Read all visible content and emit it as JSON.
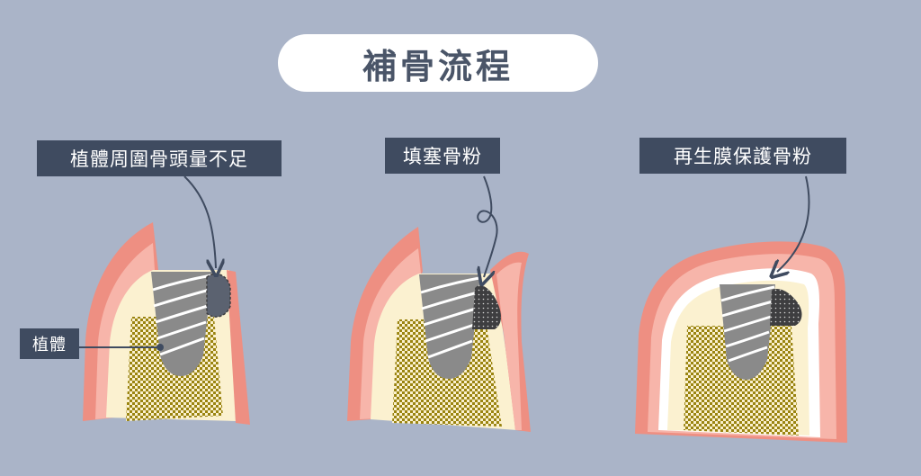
{
  "title": "補骨流程",
  "labels": {
    "step1": "植體周圍骨頭量不足",
    "step2": "填塞骨粉",
    "step3": "再生膜保護骨粉",
    "implant": "植體"
  },
  "colors": {
    "background": "#aab4c8",
    "label_bg": "#3f4b60",
    "gum": "#ee8f82",
    "gum_light": "#f7b5aa",
    "bone_cream": "#fbf1d0",
    "bone_pattern": "#9a8410",
    "implant": "#8a8a8a",
    "graft": "#3e3e40",
    "membrane": "#ffffff"
  }
}
